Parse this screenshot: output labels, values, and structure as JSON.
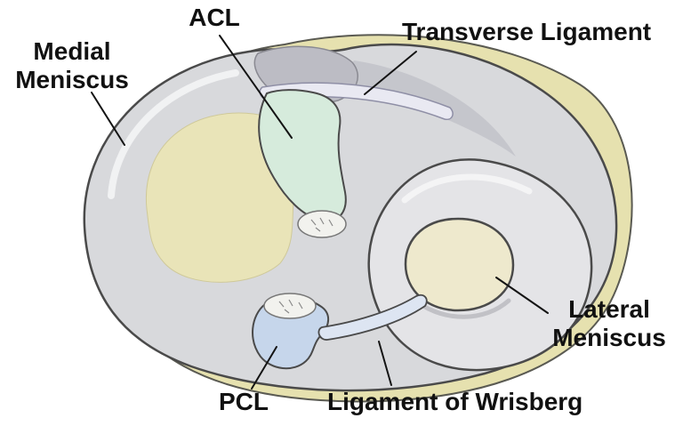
{
  "labels": {
    "medial_meniscus": "Medial\nMeniscus",
    "acl": "ACL",
    "transverse_ligament": "Transverse Ligament",
    "lateral_meniscus": "Lateral\nMeniscus",
    "pcl": "PCL",
    "ligament_of_wrisberg": "Ligament of Wrisberg"
  },
  "colors": {
    "bone_yellow": "#e6e1af",
    "meniscus_gray": "#d8d9dc",
    "meniscus_shadow": "#bfbfc7",
    "plateau_yellow": "#e9e4b8",
    "plateau_yellow_light": "#eee9cd",
    "ring_gray": "#e4e4e7",
    "acl_green": "#d6ebdc",
    "pcl_blue": "#c6d6eb",
    "wrisberg_blue": "#dde5f2",
    "transverse_white": "#e9e9f2",
    "footprint_white": "#f2f2ee",
    "outline": "#4a4a4a",
    "leader_line": "#141414"
  }
}
